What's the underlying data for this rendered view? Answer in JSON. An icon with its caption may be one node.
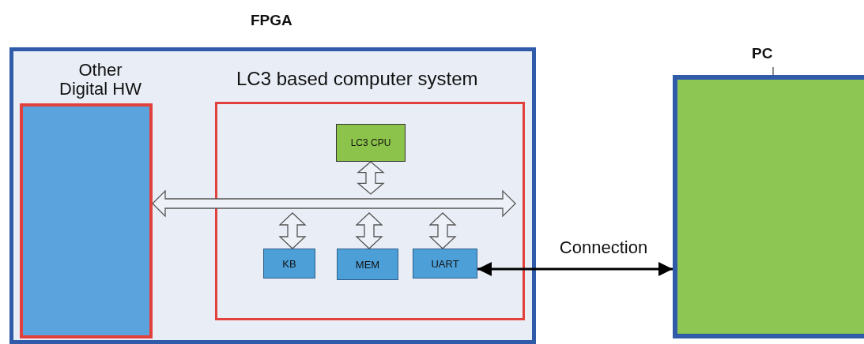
{
  "diagram": {
    "nodes": [
      {
        "text": [
          "FPGA"
        ]
      },
      {
        "text": [
          "Other Digital HW"
        ],
        "in": 0
      },
      {
        "text": [
          "LC3 based computer system"
        ],
        "in": 0
      },
      {
        "text": [
          "LC3 CPU"
        ],
        "in": 2
      },
      {
        "text": [
          "KB"
        ],
        "in": 2
      },
      {
        "text": [
          "MEM"
        ],
        "in": 2
      },
      {
        "text": [
          "UART"
        ],
        "in": 2
      },
      {
        "text": [
          "PC"
        ]
      }
    ],
    "edges": [
      {
        "from": 3,
        "to": null,
        "arrow": "both",
        "style": "thick"
      },
      {
        "from": null,
        "to": 1,
        "arrow": "both",
        "style": "thick"
      },
      {
        "from": null,
        "to": 4,
        "arrow": "both",
        "style": "thick"
      },
      {
        "from": null,
        "to": 5,
        "arrow": "both",
        "style": "thick"
      },
      {
        "from": null,
        "to": 6,
        "arrow": "both",
        "style": "thick"
      },
      {
        "from": 6,
        "to": 7,
        "label": "Connection",
        "arrow": "both"
      }
    ]
  }
}
